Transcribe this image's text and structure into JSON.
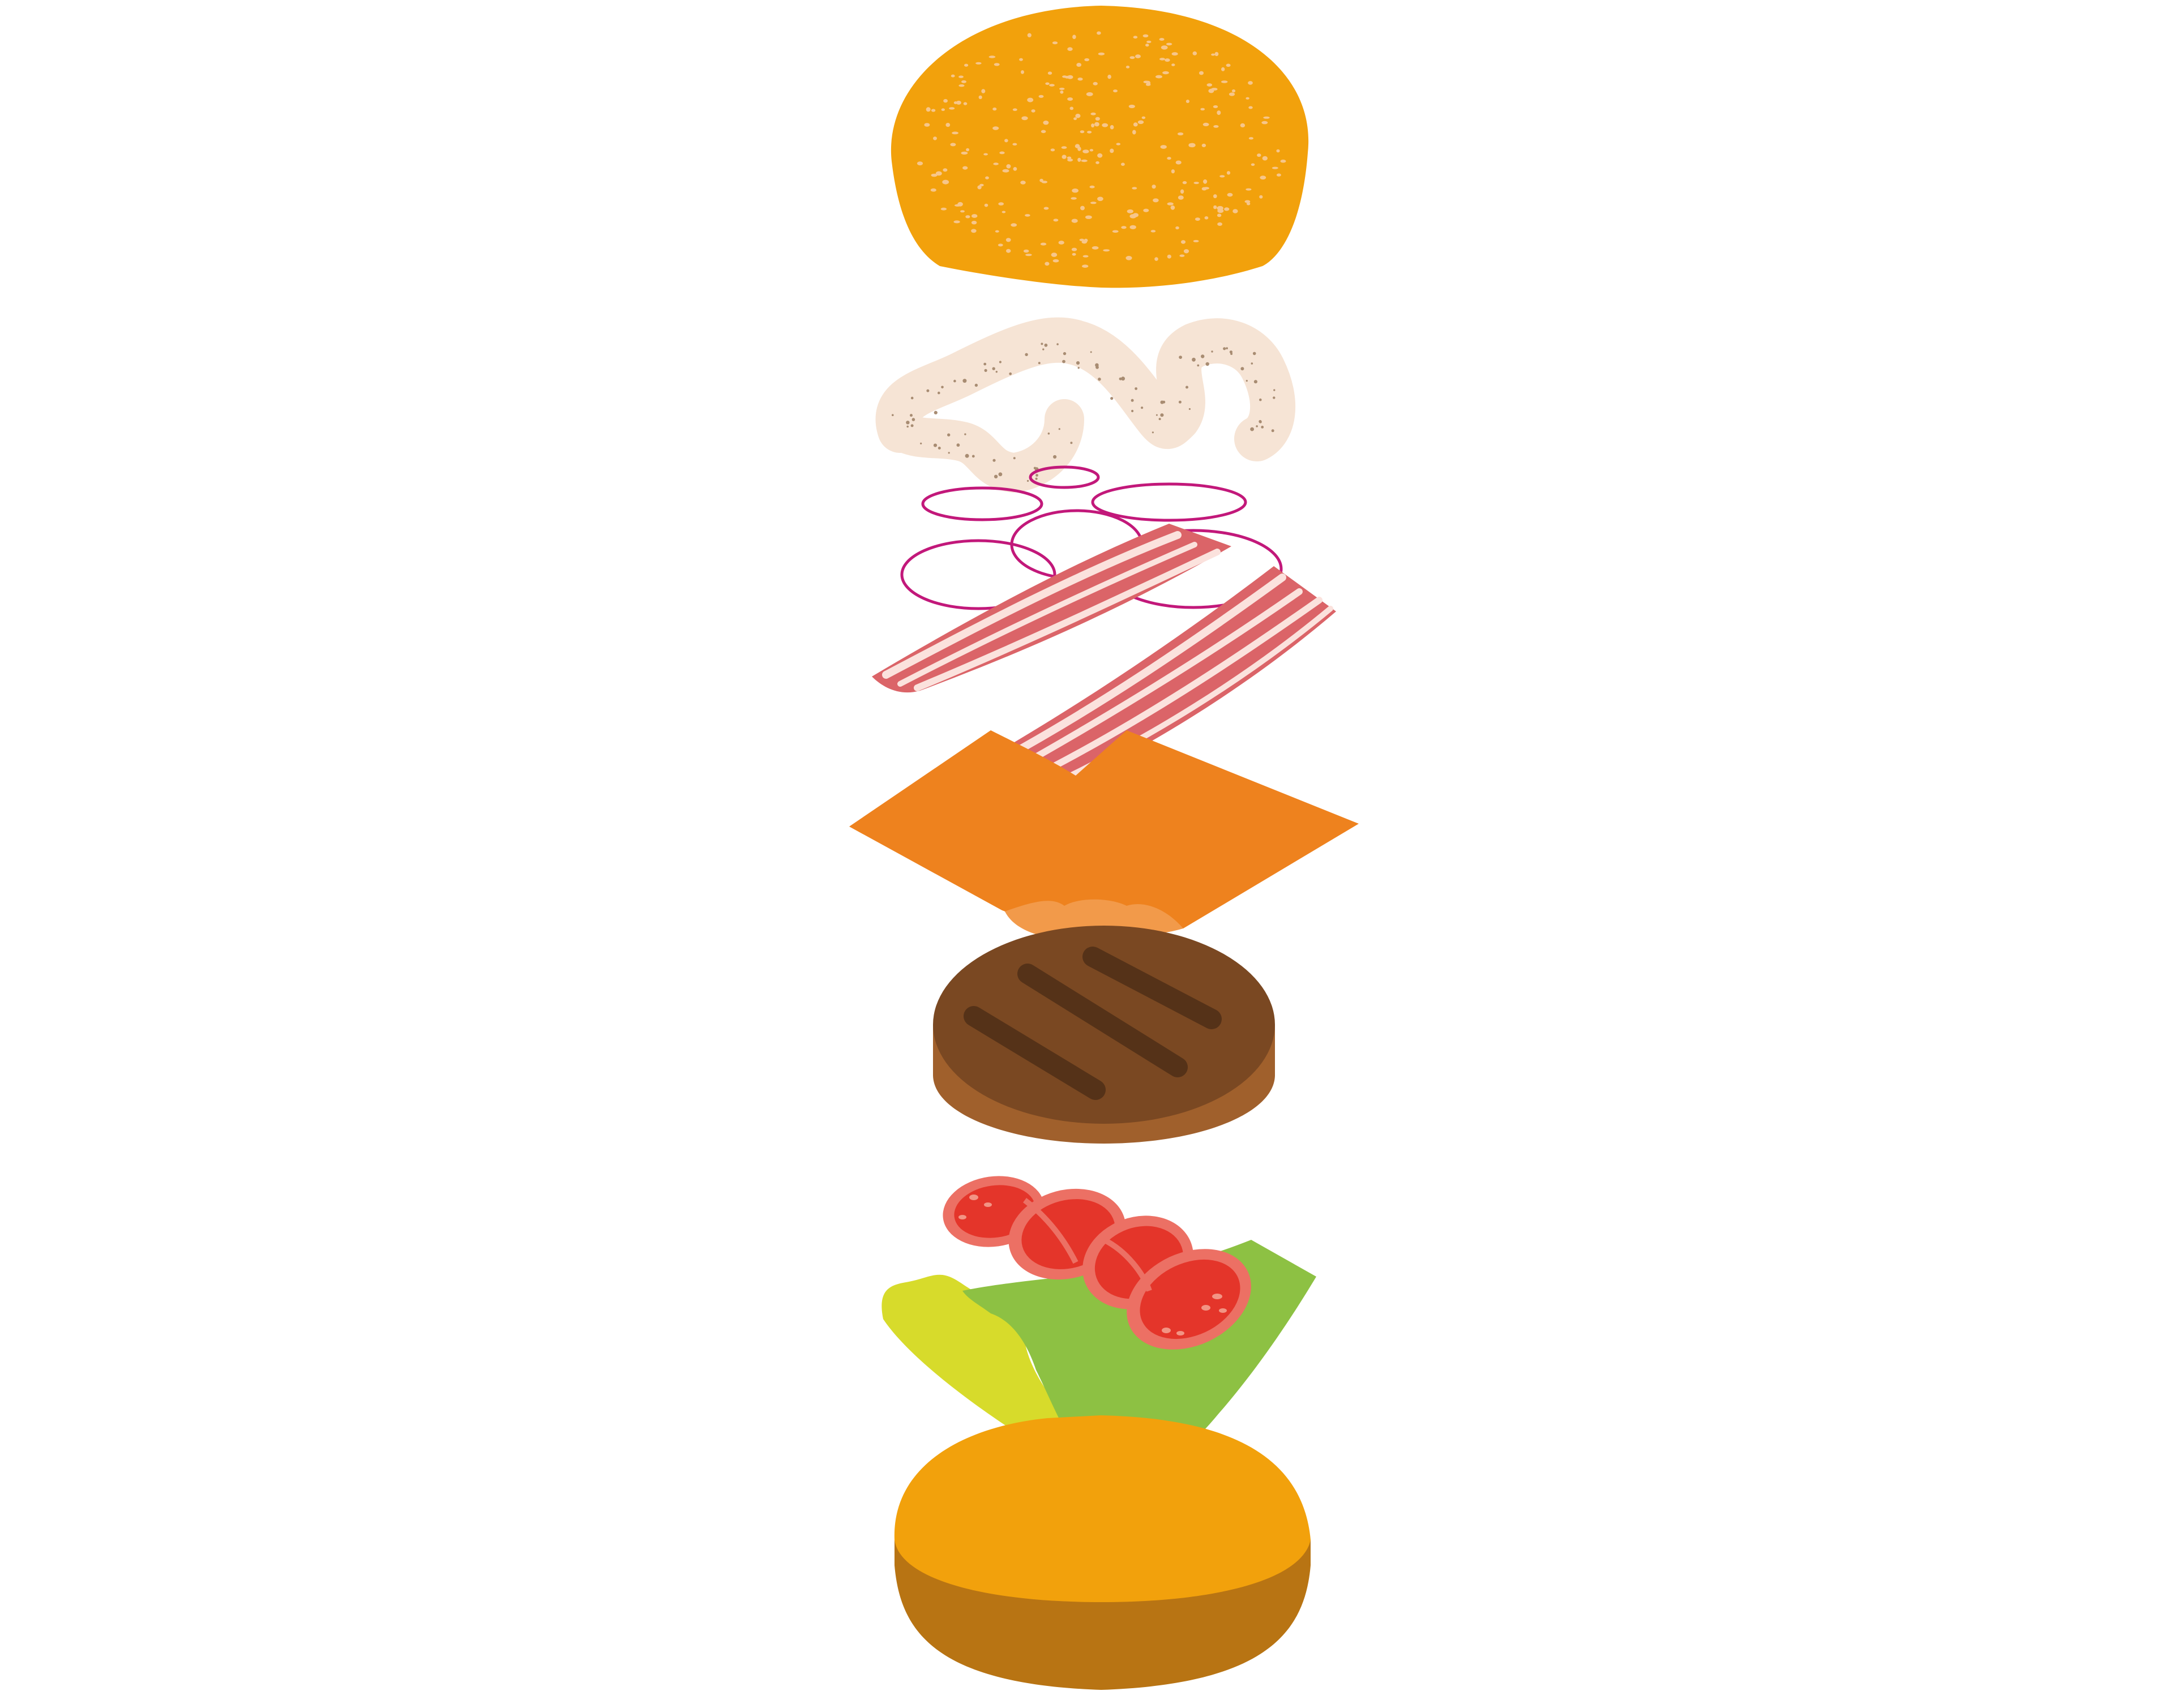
{
  "illustration": {
    "subject": "exploded burger",
    "layers": [
      {
        "name": "top-bun",
        "color": "#F2A10C",
        "sesame_color": "#F7C68A"
      },
      {
        "name": "mayo-sauce",
        "color": "#F6E4D5",
        "speck_color": "#A88C72"
      },
      {
        "name": "red-onion-rings",
        "color": "#C2187A"
      },
      {
        "name": "bacon-strips",
        "color": "#DB6468",
        "stripe_color": "#FBE2DD"
      },
      {
        "name": "cheese-slice",
        "color": "#EE821E",
        "fold_color": "#F29A4A"
      },
      {
        "name": "beef-patty",
        "color": "#7A4822",
        "side_color": "#A0602C",
        "grill_color": "#553218"
      },
      {
        "name": "tomato-slices",
        "color": "#E4352A",
        "rim_color": "#EC7064"
      },
      {
        "name": "lettuce-leaf",
        "color": "#8DC143",
        "edge_color": "#D7DB2B"
      },
      {
        "name": "bottom-bun",
        "color": "#F2A10C",
        "side_color": "#B87413"
      }
    ]
  }
}
